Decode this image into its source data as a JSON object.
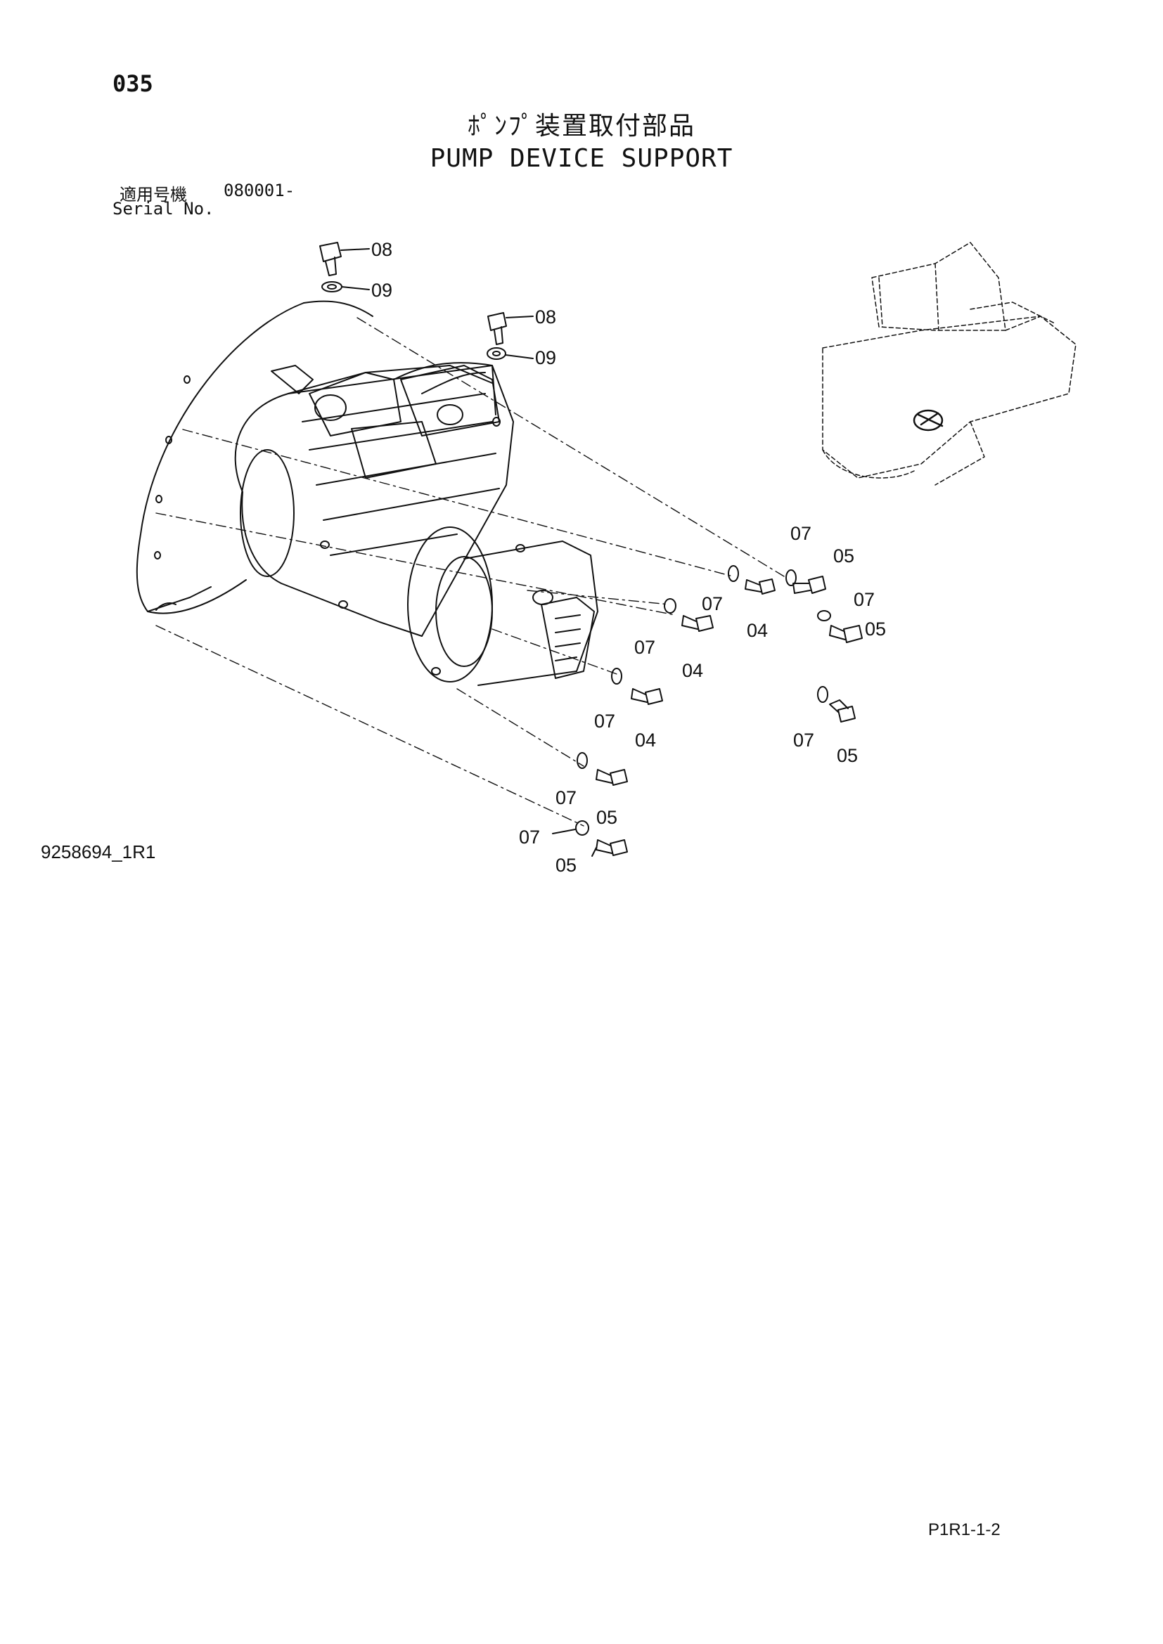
{
  "page_number": "035",
  "title_jp": "ﾎﾟﾝﾌﾟ装置取付部品",
  "title_en": "PUMP DEVICE SUPPORT",
  "serial": {
    "label_jp": "適用号機",
    "value": "080001-",
    "label_en": "Serial No."
  },
  "callouts": {
    "c1": "08",
    "c2": "09",
    "c3": "08",
    "c4": "09",
    "c5": "07",
    "c6": "05",
    "c7": "07",
    "c8": "04",
    "c9": "07",
    "c10": "05",
    "c11": "07",
    "c12": "04",
    "c13": "07",
    "c14": "04",
    "c15": "07",
    "c16": "05",
    "c17": "07",
    "c18": "05",
    "c19": "07",
    "c20": "05"
  },
  "drawing_id": "9258694_1R1",
  "page_ref": "P1R1-1-2"
}
